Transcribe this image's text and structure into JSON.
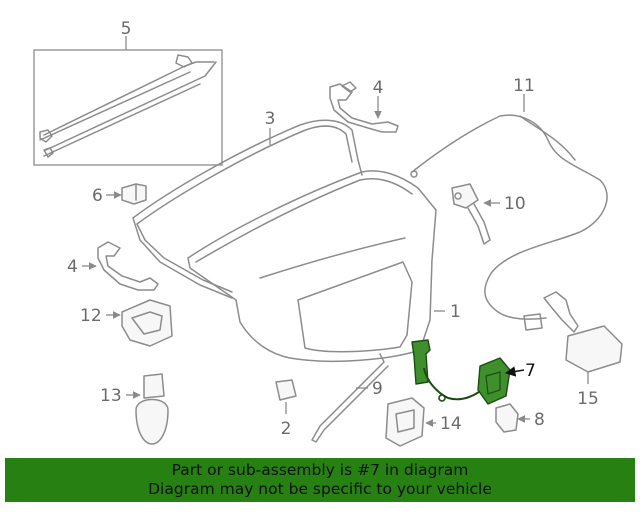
{
  "diagram": {
    "callouts": {
      "c1": "1",
      "c2": "2",
      "c3": "3",
      "c4a": "4",
      "c4b": "4",
      "c5": "5",
      "c6": "6",
      "c7": "7",
      "c8": "8",
      "c9": "9",
      "c10": "10",
      "c11": "11",
      "c12": "12",
      "c13": "13",
      "c14": "14",
      "c15": "15"
    },
    "highlight_color": "#3f8f2c",
    "highlighted_part": "7"
  },
  "banner": {
    "line1": "Part or sub-assembly is #7 in diagram",
    "line2": "Diagram may not be specific to your vehicle",
    "color": "#268012"
  }
}
